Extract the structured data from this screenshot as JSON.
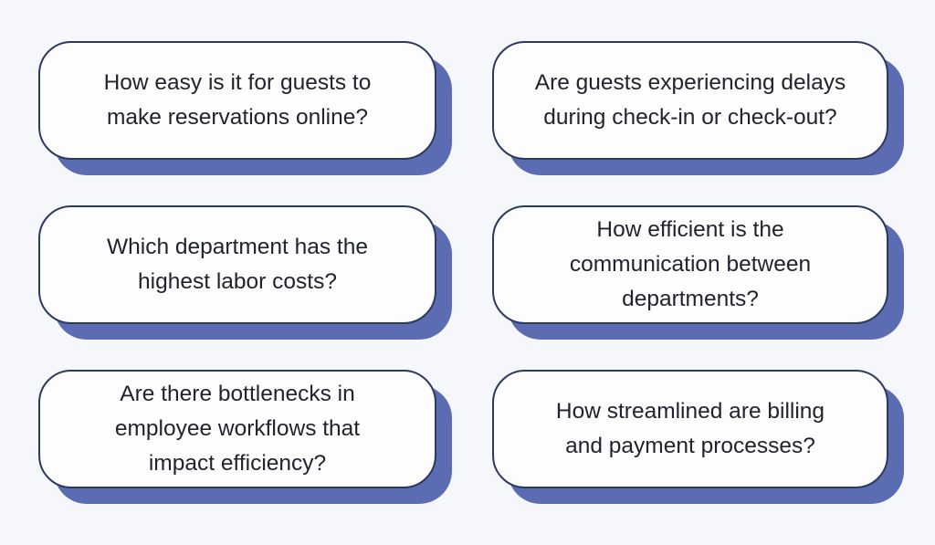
{
  "page": {
    "background_color": "#f6f7fa"
  },
  "card_style": {
    "fill_color": "#fdfdfe",
    "border_color": "#2c3a60",
    "shadow_color": "#5b6cb2",
    "text_color": "#21242e"
  },
  "cards": [
    {
      "name": "question-reservations-online",
      "lines": [
        "How easy is it for guests to",
        "make reservations online?"
      ]
    },
    {
      "name": "question-checkin-checkout-delays",
      "lines": [
        "Are guests experiencing delays",
        "during check-in or check-out?"
      ]
    },
    {
      "name": "question-highest-labor-costs",
      "lines": [
        "Which department has the",
        "highest labor costs?"
      ]
    },
    {
      "name": "question-department-communication",
      "lines": [
        "How efficient is the",
        "communication between",
        "departments?"
      ]
    },
    {
      "name": "question-workflow-bottlenecks",
      "lines": [
        "Are there bottlenecks in",
        "employee workflows that",
        "impact efficiency?"
      ]
    },
    {
      "name": "question-billing-payment-processes",
      "lines": [
        "How streamlined are billing",
        "and payment processes?"
      ]
    }
  ]
}
